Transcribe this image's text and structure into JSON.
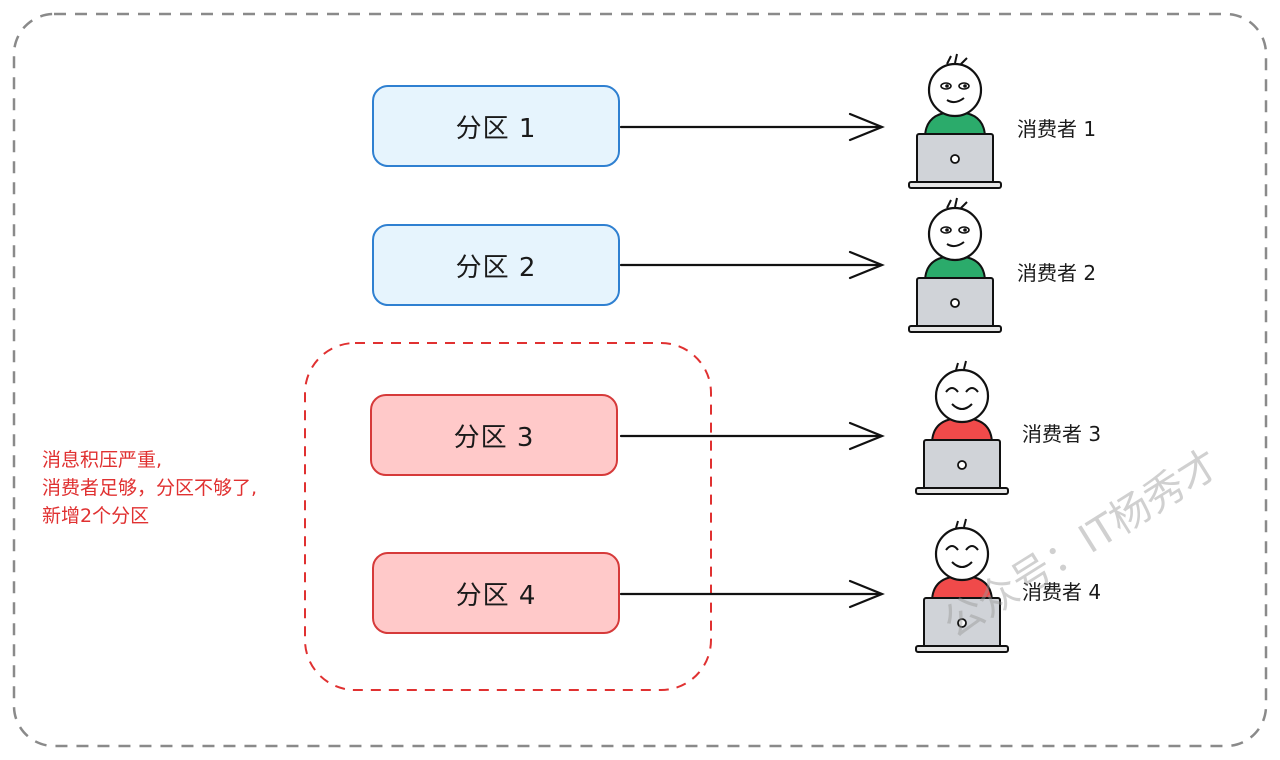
{
  "partitions": [
    {
      "label": "分区 1"
    },
    {
      "label": "分区 2"
    },
    {
      "label": "分区 3"
    },
    {
      "label": "分区 4"
    }
  ],
  "consumers": [
    {
      "label": "消费者 1",
      "shirt": "green",
      "expression": "neutral"
    },
    {
      "label": "消费者 2",
      "shirt": "green",
      "expression": "neutral"
    },
    {
      "label": "消费者 3",
      "shirt": "red",
      "expression": "happy"
    },
    {
      "label": "消费者 4",
      "shirt": "red",
      "expression": "happy"
    }
  ],
  "note": {
    "line1": "消息积压严重,",
    "line2": "消费者足够，分区不够了,",
    "line3": "新增2个分区"
  },
  "watermark": "公众号：IT杨秀才",
  "colors": {
    "blue_fill": "#e6f4fd",
    "blue_stroke": "#2f80d1",
    "red_fill": "#ffc9c9",
    "red_stroke": "#d63a3a",
    "note_text": "#e03131",
    "green_shirt": "#2bab6b",
    "red_shirt": "#f04a4a",
    "dashed_border": "#8a8a8a"
  }
}
